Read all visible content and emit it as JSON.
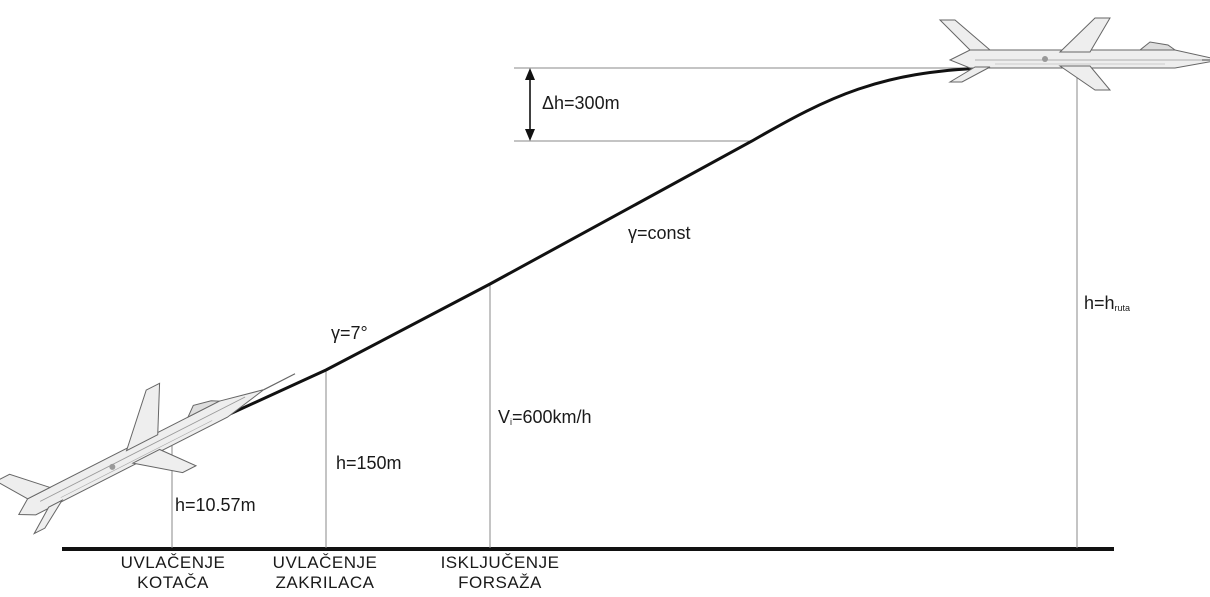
{
  "labels": {
    "delta_h": "Δh=300m",
    "gamma_const": "γ=const",
    "gamma_7": "γ=7°",
    "h_route_main": "h=h",
    "h_route_sub": "ruta",
    "speed_main": "V",
    "speed_sub": "i",
    "speed_rest": "=600km/h",
    "h_150": "h=150m",
    "h_1057": "h=10.57m"
  },
  "stages": [
    {
      "line1": "UVLAČENJE",
      "line2": "KOTAČA"
    },
    {
      "line1": "UVLAČENJE",
      "line2": "ZAKRILACA"
    },
    {
      "line1": "ISKLJUČENJE",
      "line2": "FORSAŽA"
    }
  ],
  "colors": {
    "stroke": "#111111",
    "thin": "#8a8a8a",
    "aircraft": "#777777"
  },
  "icons": {
    "aircraft_climb": "jet-aircraft-icon",
    "aircraft_level": "jet-aircraft-icon",
    "arrow": "double-arrow-icon"
  }
}
